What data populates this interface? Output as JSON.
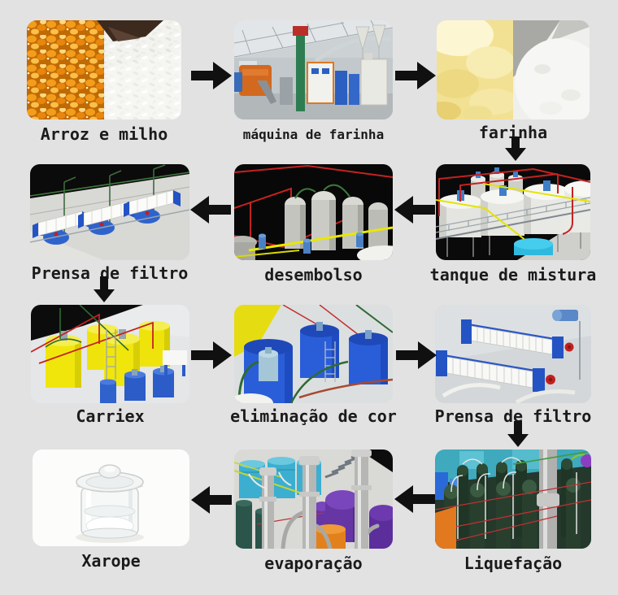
{
  "colors": {
    "background": "#e2e2e2",
    "arrow": "#101010",
    "label": "#1b1b1b"
  },
  "steps": [
    {
      "id": "arroz-e-milho",
      "label": "Arroz e milho"
    },
    {
      "id": "maquina-de-farinha",
      "label": "máquina de farinha"
    },
    {
      "id": "farinha",
      "label": "farinha"
    },
    {
      "id": "prensa-de-filtro-1",
      "label": "Prensa de filtro"
    },
    {
      "id": "desembolso",
      "label": "desembolso"
    },
    {
      "id": "tanque-de-mistura",
      "label": "tanque de mistura"
    },
    {
      "id": "carriex",
      "label": "Carriex"
    },
    {
      "id": "eliminacao-de-cor",
      "label": "eliminação de cor"
    },
    {
      "id": "prensa-de-filtro-2",
      "label": "Prensa de filtro"
    },
    {
      "id": "xarope",
      "label": "Xarope"
    },
    {
      "id": "evaporacao",
      "label": "evaporação"
    },
    {
      "id": "liquefacao",
      "label": "Liquefação"
    }
  ],
  "arrows": [
    {
      "from": "Arroz e milho",
      "to": "máquina de farinha",
      "direction": "right"
    },
    {
      "from": "máquina de farinha",
      "to": "farinha",
      "direction": "right"
    },
    {
      "from": "farinha",
      "to": "tanque de mistura",
      "direction": "down"
    },
    {
      "from": "tanque de mistura",
      "to": "desembolso",
      "direction": "left"
    },
    {
      "from": "desembolso",
      "to": "Prensa de filtro",
      "direction": "left"
    },
    {
      "from": "Prensa de filtro",
      "to": "Carriex",
      "direction": "down"
    },
    {
      "from": "Carriex",
      "to": "eliminação de cor",
      "direction": "right"
    },
    {
      "from": "eliminação de cor",
      "to": "Prensa de filtro",
      "direction": "right"
    },
    {
      "from": "Prensa de filtro",
      "to": "Liquefação",
      "direction": "down"
    },
    {
      "from": "Liquefação",
      "to": "evaporação",
      "direction": "left"
    },
    {
      "from": "evaporação",
      "to": "Xarope",
      "direction": "left"
    }
  ]
}
